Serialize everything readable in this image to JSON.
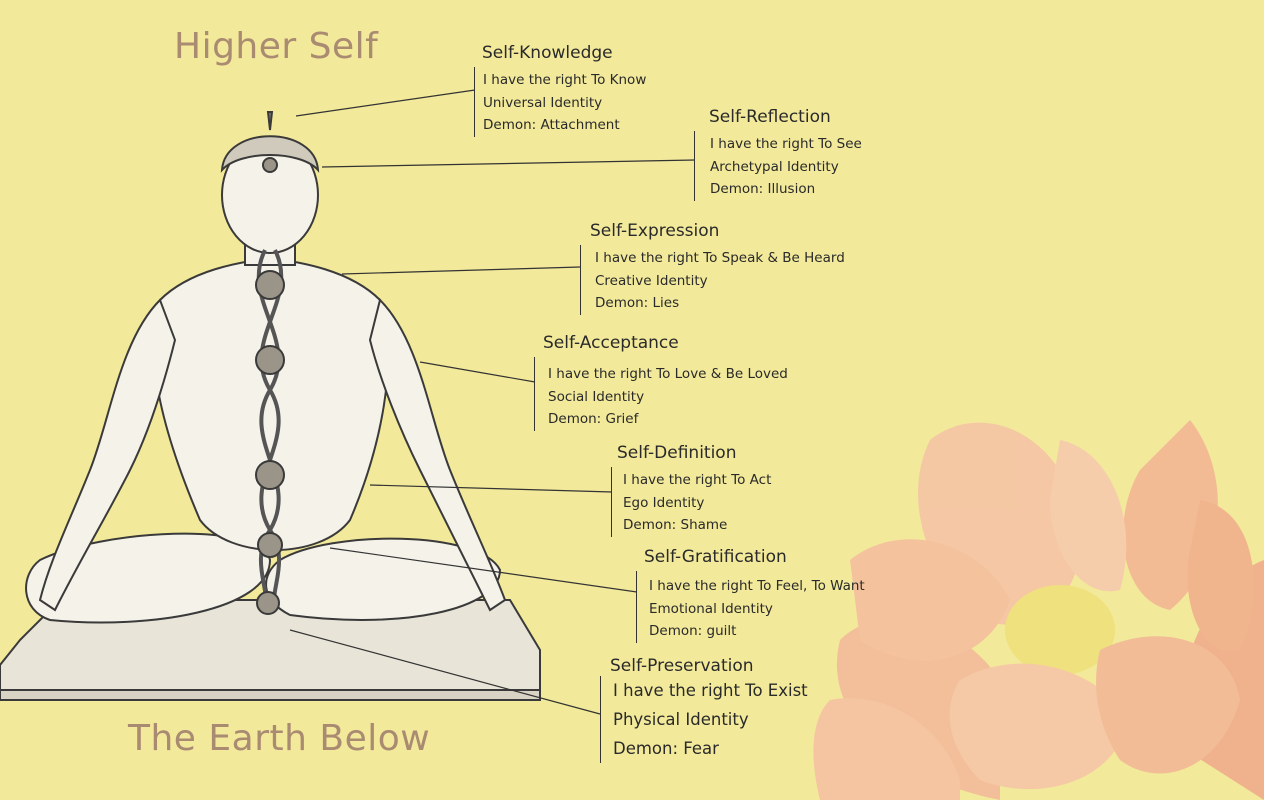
{
  "labels": {
    "top": "Higher Self",
    "bottom": "The Earth Below"
  },
  "chakras": [
    {
      "title": "Self-Knowledge",
      "right": "I have the right To Know",
      "identity": "Universal Identity",
      "demon": "Demon: Attachment"
    },
    {
      "title": "Self-Reflection",
      "right": "I have the right To See",
      "identity": "Archetypal Identity",
      "demon": "Demon: Illusion"
    },
    {
      "title": "Self-Expression",
      "right": "I have the right To Speak & Be Heard",
      "identity": "Creative Identity",
      "demon": "Demon: Lies"
    },
    {
      "title": "Self-Acceptance",
      "right": "I have the right To Love & Be Loved",
      "identity": "Social Identity",
      "demon": "Demon: Grief"
    },
    {
      "title": "Self-Definition",
      "right": "I have the right To Act",
      "identity": "Ego Identity",
      "demon": "Demon: Shame"
    },
    {
      "title": "Self-Gratification",
      "right": "I have the right To Feel, To Want",
      "identity": "Emotional Identity",
      "demon": "Demon: guilt"
    },
    {
      "title": "Self-Preservation",
      "right": "I have the right To Exist",
      "identity": "Physical Identity",
      "demon": "Demon: Fear"
    }
  ],
  "colors": {
    "background": "#f2e99a",
    "label": "#a98b72",
    "lotus": "#f4b79a",
    "text": "#2a2a2a"
  }
}
